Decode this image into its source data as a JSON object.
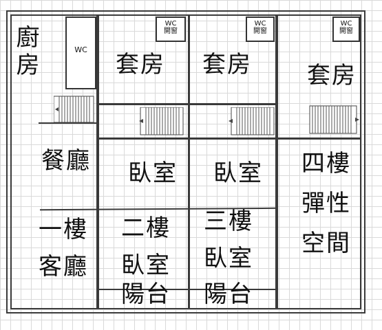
{
  "rooms": {
    "kitchen": "廚房",
    "dining": "餐廳",
    "living": [
      "一樓",
      "客廳"
    ],
    "suite1": "套房",
    "suite2": "套房",
    "suite3": "套房",
    "bedroom2": "臥室",
    "bedroom3": "臥室",
    "floor2": [
      "二樓",
      "臥室",
      "陽台"
    ],
    "floor3": [
      "三樓",
      "臥室",
      "陽台"
    ],
    "floor4": [
      "四樓",
      "彈性",
      "空間"
    ]
  },
  "wc": {
    "kitchen_wc": "WC",
    "suite_wc_line1": "WC",
    "suite_wc_line2": "開窗"
  },
  "colors": {
    "wall": "#3a3a3a",
    "grid": "#d9d9d9",
    "background": "#ffffff"
  }
}
